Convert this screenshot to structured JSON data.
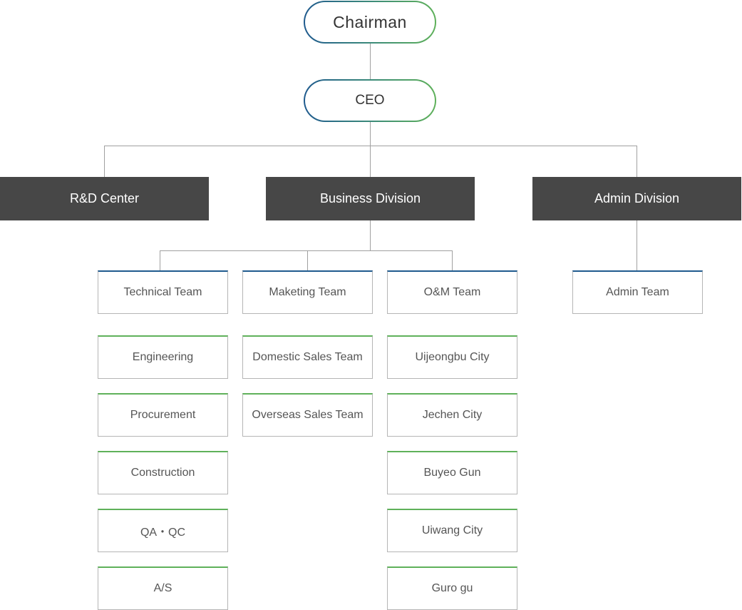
{
  "chairman": "Chairman",
  "ceo": "CEO",
  "divisions": {
    "rd": "R&D Center",
    "business": "Business Division",
    "admin": "Admin Division"
  },
  "teams": {
    "technical": "Technical Team",
    "marketing": "Maketing Team",
    "om": "O&M Team",
    "admin": "Admin Team"
  },
  "technical_units": [
    "Engineering",
    "Procurement",
    "Construction",
    "QA・QC",
    "A/S"
  ],
  "marketing_units": [
    "Domestic Sales Team",
    "Overseas Sales Team"
  ],
  "om_units": [
    "Uijeongbu City",
    "Jechen City",
    "Buyeo Gun",
    "Uiwang City",
    "Guro gu"
  ],
  "colors": {
    "division_bg": "#474747",
    "team_accent": "#1f5a8e",
    "unit_accent": "#5fb15a",
    "pill_gradient_start": "#1f5a8e",
    "pill_gradient_end": "#5fb15a",
    "connector": "#a0a0a0"
  }
}
